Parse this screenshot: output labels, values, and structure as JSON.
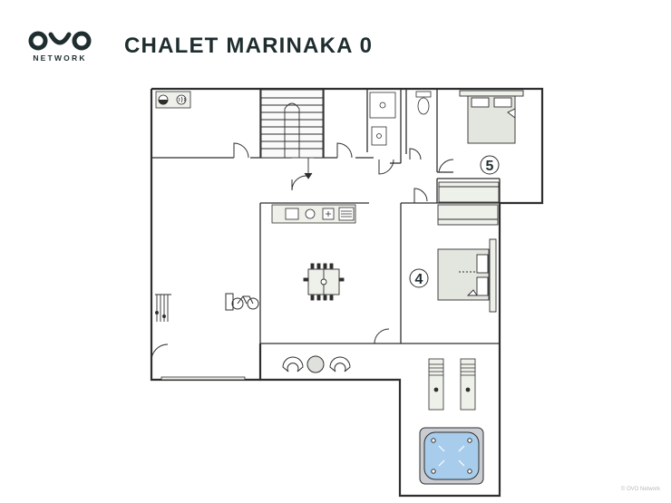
{
  "brand": {
    "name": "NETWORK"
  },
  "title": "CHALET MARINAKA 0",
  "rooms": {
    "room5": {
      "number": "5"
    },
    "room4": {
      "number": "4"
    }
  },
  "copyright": "© OVO Network",
  "colors": {
    "wall": "#2e2e2e",
    "furniture_fill": "#eef0ea",
    "bed_fill": "#e3e5df",
    "pool_water": "#a8cdec",
    "pool_deck": "#c9ccd0",
    "brand": "#1f2d2f"
  }
}
